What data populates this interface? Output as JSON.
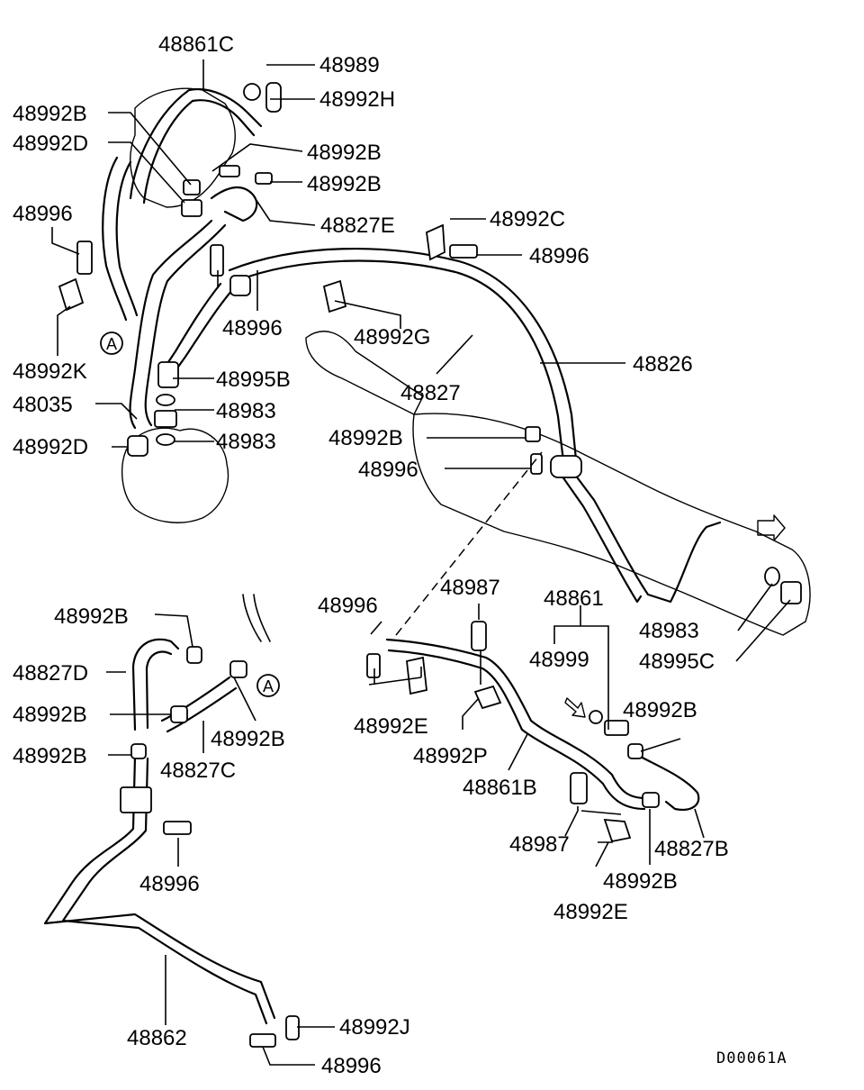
{
  "diagram": {
    "code": "D00061A",
    "view_marker": "A",
    "callouts": [
      {
        "id": "c01",
        "text": "48861C"
      },
      {
        "id": "c02",
        "text": "48989"
      },
      {
        "id": "c03",
        "text": "48992H"
      },
      {
        "id": "c04",
        "text": "48992B"
      },
      {
        "id": "c05",
        "text": "48992D"
      },
      {
        "id": "c06",
        "text": "48992B"
      },
      {
        "id": "c07",
        "text": "48992B"
      },
      {
        "id": "c08",
        "text": "48996"
      },
      {
        "id": "c09",
        "text": "48827E"
      },
      {
        "id": "c10",
        "text": "48992C"
      },
      {
        "id": "c11",
        "text": "48996"
      },
      {
        "id": "c12",
        "text": "48996"
      },
      {
        "id": "c13",
        "text": "48992G"
      },
      {
        "id": "c14",
        "text": "48992K"
      },
      {
        "id": "c15",
        "text": "48826"
      },
      {
        "id": "c16",
        "text": "48995B"
      },
      {
        "id": "c17",
        "text": "48827"
      },
      {
        "id": "c18",
        "text": "48035"
      },
      {
        "id": "c19",
        "text": "48983"
      },
      {
        "id": "c20",
        "text": "48983"
      },
      {
        "id": "c21",
        "text": "48992D"
      },
      {
        "id": "c22",
        "text": "48992B"
      },
      {
        "id": "c23",
        "text": "48996"
      },
      {
        "id": "c24",
        "text": "48996"
      },
      {
        "id": "c25",
        "text": "48987"
      },
      {
        "id": "c26",
        "text": "48861"
      },
      {
        "id": "c27",
        "text": "48992B"
      },
      {
        "id": "c28",
        "text": "48983"
      },
      {
        "id": "c29",
        "text": "48995C"
      },
      {
        "id": "c30",
        "text": "48999"
      },
      {
        "id": "c31",
        "text": "48827D"
      },
      {
        "id": "c32",
        "text": "48992B"
      },
      {
        "id": "c33",
        "text": "48992B"
      },
      {
        "id": "c34",
        "text": "48992B"
      },
      {
        "id": "c35",
        "text": "48992B"
      },
      {
        "id": "c36",
        "text": "48992E"
      },
      {
        "id": "c37",
        "text": "48992P"
      },
      {
        "id": "c38",
        "text": "48827C"
      },
      {
        "id": "c39",
        "text": "48861B"
      },
      {
        "id": "c40",
        "text": "48987"
      },
      {
        "id": "c41",
        "text": "48827B"
      },
      {
        "id": "c42",
        "text": "48992B"
      },
      {
        "id": "c43",
        "text": "48996"
      },
      {
        "id": "c44",
        "text": "48992E"
      },
      {
        "id": "c45",
        "text": "48862"
      },
      {
        "id": "c46",
        "text": "48992J"
      },
      {
        "id": "c47",
        "text": "48996"
      }
    ]
  }
}
